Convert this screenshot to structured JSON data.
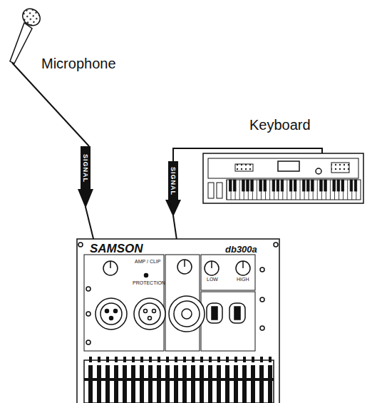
{
  "diagram": {
    "nodes": [
      {
        "text": [
          "SAMSON",
          "db300a",
          "AMP / CLIP",
          "PROTECTION",
          "LOW",
          "HIGH"
        ]
      }
    ],
    "labels": [
      "Microphone",
      "Keyboard",
      "SIGNAL",
      "SIGNAL"
    ]
  }
}
